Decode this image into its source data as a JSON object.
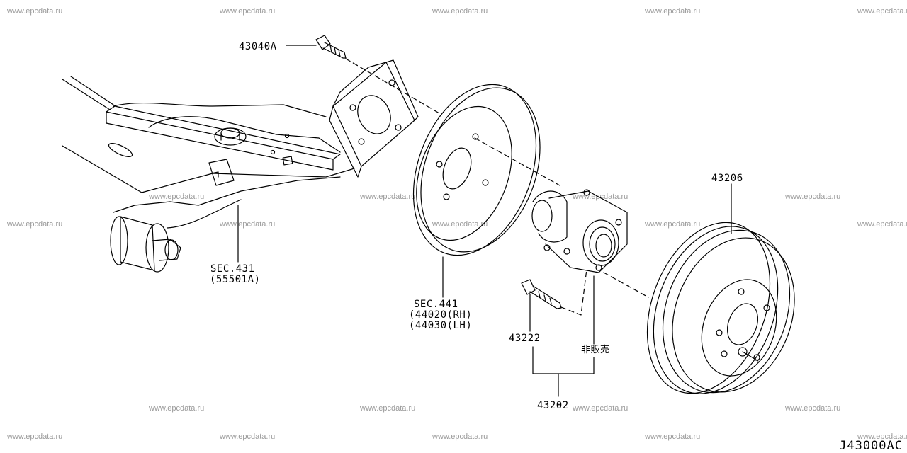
{
  "watermark": "www.epcdata.ru",
  "labels": {
    "bolt_43040a": "43040A",
    "sec431_line1": "SEC.431",
    "sec431_line2": "(55501A)",
    "sec441_line1": "SEC.441",
    "sec441_line2": "(44020(RH)",
    "sec441_line3": "(44030(LH)",
    "hub_bolt_43222": "43222",
    "not_for_sale": "非販売",
    "hub_assy_43202": "43202",
    "drum_43206": "43206"
  },
  "diagram_code": "J43000AC"
}
